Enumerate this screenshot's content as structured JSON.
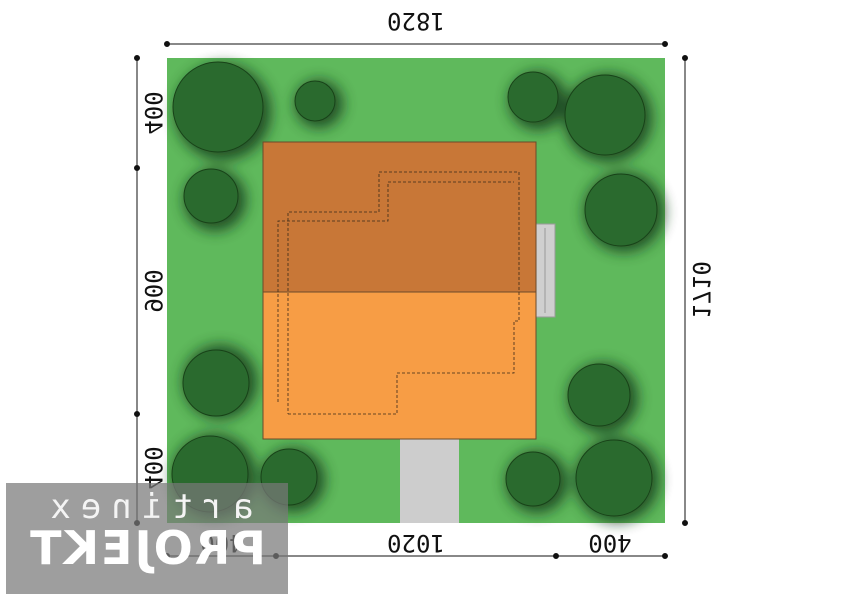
{
  "dimensions": {
    "top_total": "1820",
    "right_total": "1710",
    "left_top": "400",
    "left_middle": "900",
    "left_bottom": "400",
    "bottom_left": "400",
    "bottom_middle": "1020",
    "bottom_right": "400"
  },
  "logo": {
    "line1": "artinex",
    "line2": "PROJEKT"
  },
  "colors": {
    "lawn": "#5fb95c",
    "tree": "#2a6a2e",
    "tree_shadow": "#173d1a",
    "roof_dark": "#c87737",
    "roof_light": "#f79d45",
    "driveway": "#cdcdcd"
  }
}
